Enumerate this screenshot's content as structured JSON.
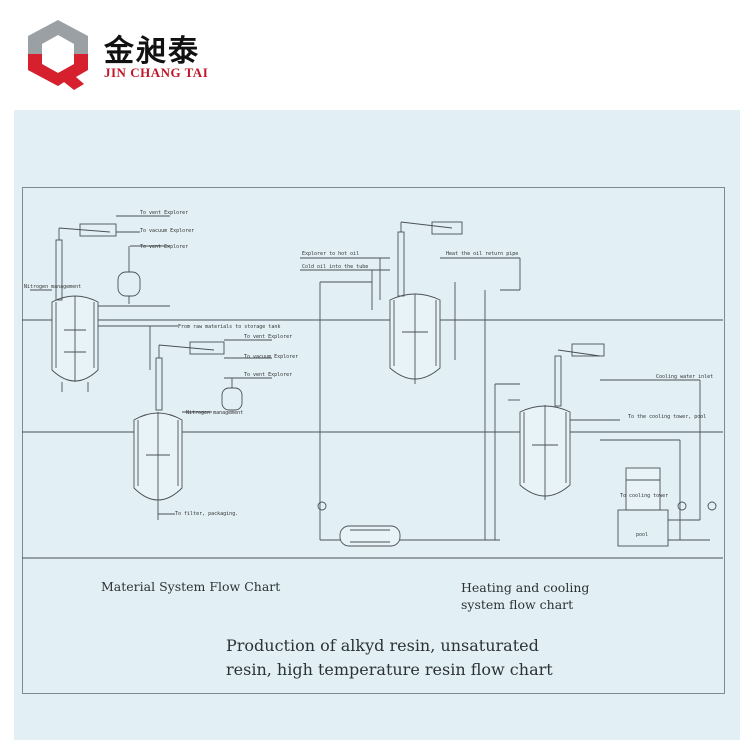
{
  "brand": {
    "name_cn": "金昶泰",
    "name_en": "JIN CHANG TAI"
  },
  "colors": {
    "logo_gray": "#9aa0a4",
    "logo_red": "#d6202e",
    "brand_en": "#c0182a",
    "paper": "#e2f0f6",
    "line": "#4a5056"
  },
  "diagram": {
    "left_labels": [
      "To vent Explorer",
      "To vacuum Explorer",
      "To vent Explorer",
      "Nitrogen management",
      "From raw materials to storage tank",
      "To vent Explorer",
      "To vacuum Explorer",
      "To vent Explorer",
      "Nitrogen management",
      "To filter, packaging."
    ],
    "right_labels": [
      "Explorer to hot oil",
      "Cold oil into the tube",
      "Heat the oil return pipe",
      "Cooling water inlet",
      "To the cooling tower, pool",
      "To cooling tower",
      "pool"
    ]
  },
  "captions": {
    "material": "Material System Flow Chart",
    "heating_line1": "Heating and cooling",
    "heating_line2": "system flow chart",
    "main_line1": "Production of alkyd resin, unsaturated",
    "main_line2": "resin, high temperature resin flow chart"
  }
}
